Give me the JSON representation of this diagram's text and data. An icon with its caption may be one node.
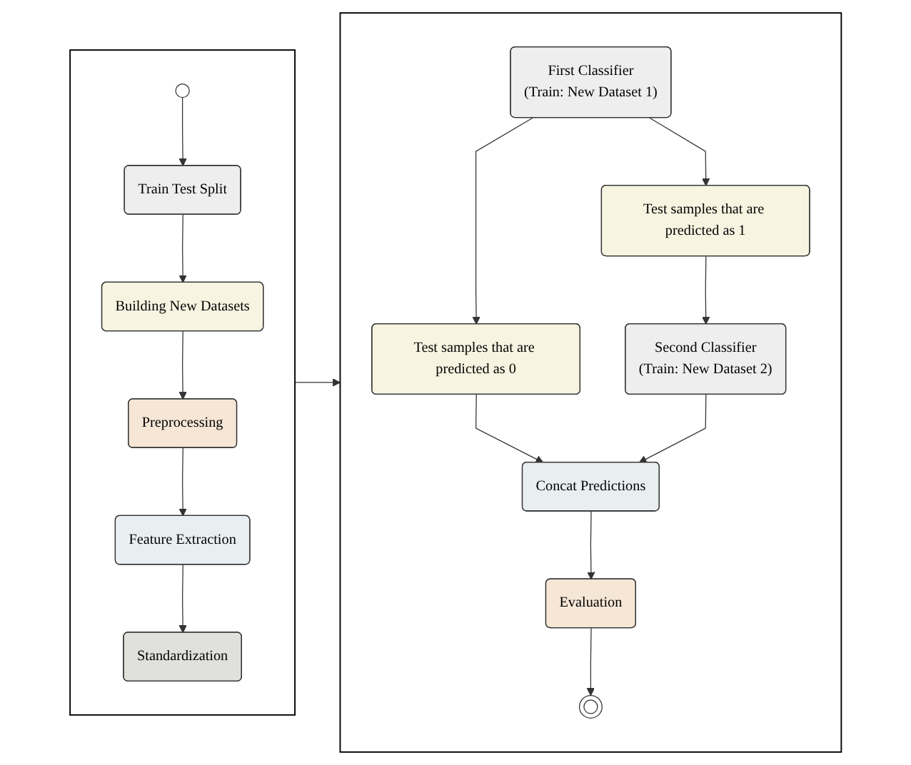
{
  "diagram": {
    "nodes": [
      {
        "text": [],
        "shape": "box"
      },
      {
        "text": [],
        "shape": "circle",
        "in": 0
      },
      {
        "text": [
          "Train Test Split"
        ],
        "in": 0
      },
      {
        "text": [
          "Building New Datasets"
        ],
        "in": 0
      },
      {
        "text": [
          "Preprocessing"
        ],
        "in": 0
      },
      {
        "text": [
          "Feature Extraction"
        ],
        "in": 0
      },
      {
        "text": [
          "Standardization"
        ],
        "in": 0
      },
      {
        "text": [],
        "shape": "box"
      },
      {
        "text": [
          "First Classifier",
          "(Train: New Dataset 1)"
        ],
        "in": 7
      },
      {
        "text": [
          "Test samples that are predicted as 0"
        ],
        "in": 7
      },
      {
        "text": [
          "Test samples that are predicted as 1"
        ],
        "in": 7
      },
      {
        "text": [
          "Second Classifier",
          "(Train: New Dataset 2)"
        ],
        "in": 7
      },
      {
        "text": [
          "Concat Predictions"
        ],
        "in": 7
      },
      {
        "text": [
          "Evaluation"
        ],
        "in": 7
      },
      {
        "text": [],
        "shape": "circle",
        "in": 7
      }
    ],
    "edges": [
      {
        "from": 1,
        "to": 2,
        "arrow": "to"
      },
      {
        "from": 2,
        "to": 3,
        "arrow": "to"
      },
      {
        "from": 3,
        "to": 4,
        "arrow": "to"
      },
      {
        "from": 4,
        "to": 5,
        "arrow": "to"
      },
      {
        "from": 5,
        "to": 6,
        "arrow": "to"
      },
      {
        "from": 0,
        "to": 7,
        "arrow": "to"
      },
      {
        "from": 8,
        "to": 9,
        "arrow": "to"
      },
      {
        "from": 8,
        "to": 10,
        "arrow": "to"
      },
      {
        "from": 10,
        "to": 11,
        "arrow": "to"
      },
      {
        "from": 9,
        "to": 12,
        "arrow": "to"
      },
      {
        "from": 11,
        "to": 12,
        "arrow": "to"
      },
      {
        "from": 12,
        "to": 13,
        "arrow": "to"
      },
      {
        "from": 13,
        "to": 14,
        "arrow": "to"
      }
    ]
  }
}
